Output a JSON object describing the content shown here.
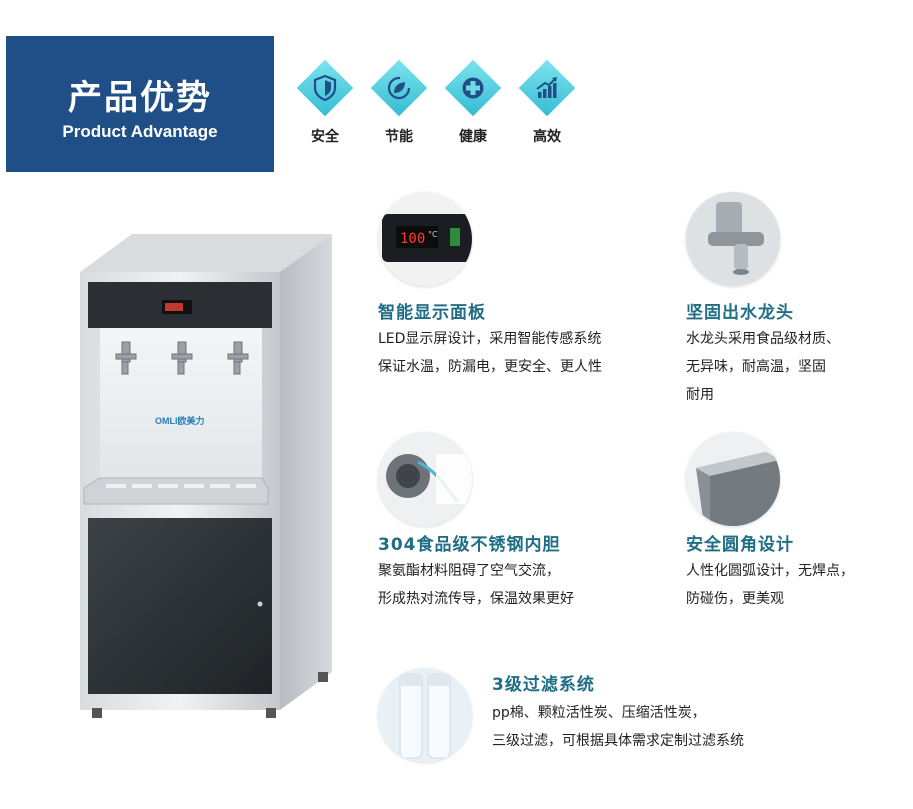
{
  "header": {
    "title_cn": "产品优势",
    "title_en": "Product Advantage"
  },
  "advantages": [
    {
      "label": "安全",
      "icon": "shield-icon"
    },
    {
      "label": "节能",
      "icon": "leaf-icon"
    },
    {
      "label": "健康",
      "icon": "health-cross-icon"
    },
    {
      "label": "高效",
      "icon": "growth-chart-icon"
    }
  ],
  "product": {
    "brand": "OMLI欧美力"
  },
  "features": [
    {
      "title": "智能显示面板",
      "lines": [
        "LED显示屏设计，采用智能传感系统",
        "保证水温，防漏电，更安全、更人性"
      ],
      "display_value": "100",
      "display_unit": "°C"
    },
    {
      "title": "坚固出水龙头",
      "lines": [
        "水龙头采用食品级材质、",
        "无异味，耐高温，坚固",
        "耐用"
      ]
    },
    {
      "title": "304食品级不锈钢内胆",
      "lines": [
        "聚氨酯材料阻碍了空气交流，",
        "形成热对流传导，保温效果更好"
      ]
    },
    {
      "title": "安全圆角设计",
      "lines": [
        "人性化圆弧设计，无焊点，",
        "防碰伤，更美观"
      ]
    },
    {
      "title": "3级过滤系统",
      "lines": [
        "pp棉、颗粒活性炭、压缩活性炭，",
        "三级过滤，可根据具体需求定制过滤系统"
      ]
    }
  ],
  "colors": {
    "title_bg": "#1f4f86",
    "accent": "#35bcd3",
    "feature_title": "#1f6e86"
  }
}
